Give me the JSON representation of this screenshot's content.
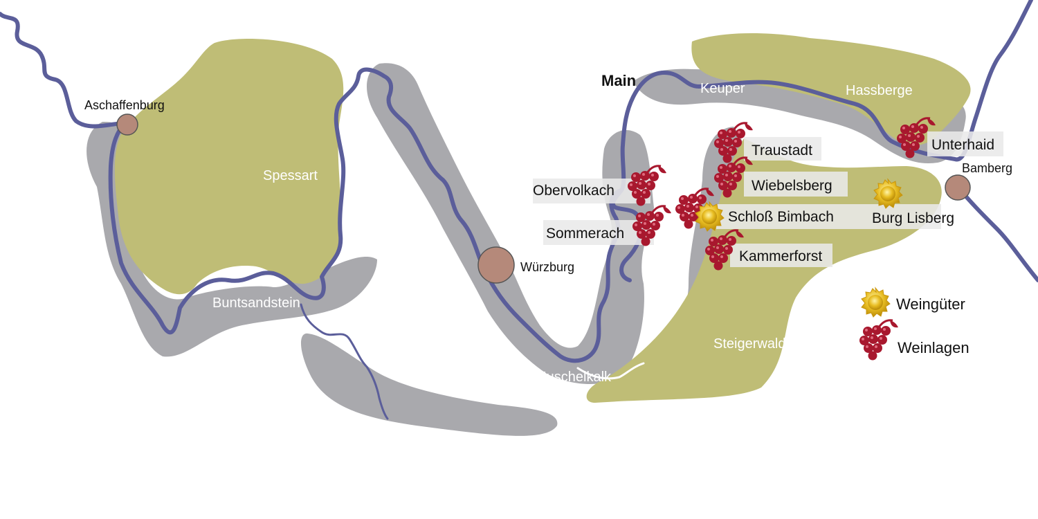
{
  "map": {
    "river": {
      "name": "Main"
    },
    "regions": {
      "spessart": "Spessart",
      "buntsandstein": "Buntsandstein",
      "muschelkalk": "Muschelkalk",
      "keuper": "Keuper",
      "hassberge": "Hassberge",
      "steigerwald": "Steigerwald"
    },
    "cities": {
      "aschaffenburg": "Aschaffenburg",
      "wuerzburg": "Würzburg",
      "bamberg": "Bamberg"
    },
    "vineyards": {
      "obervolkach": "Obervolkach",
      "sommerach": "Sommerach",
      "traustadt": "Traustadt",
      "wiebelsberg": "Wiebelsberg",
      "kammerforst": "Kammerforst",
      "unterhaid": "Unterhaid"
    },
    "wineries": {
      "schloss_bimbach": "Schloß Bimbach",
      "burg_lisberg": "Burg Lisberg"
    }
  },
  "legend": {
    "wineries": "Weingüter",
    "vineyards": "Weinlagen"
  },
  "colors": {
    "river": "#5b5e9a",
    "limestone_gray": "#a9a9ad",
    "sandstone_olive": "#bfbd76",
    "city": "#b5897a",
    "grape": "#a8182e",
    "gold": "#e0b51a"
  }
}
